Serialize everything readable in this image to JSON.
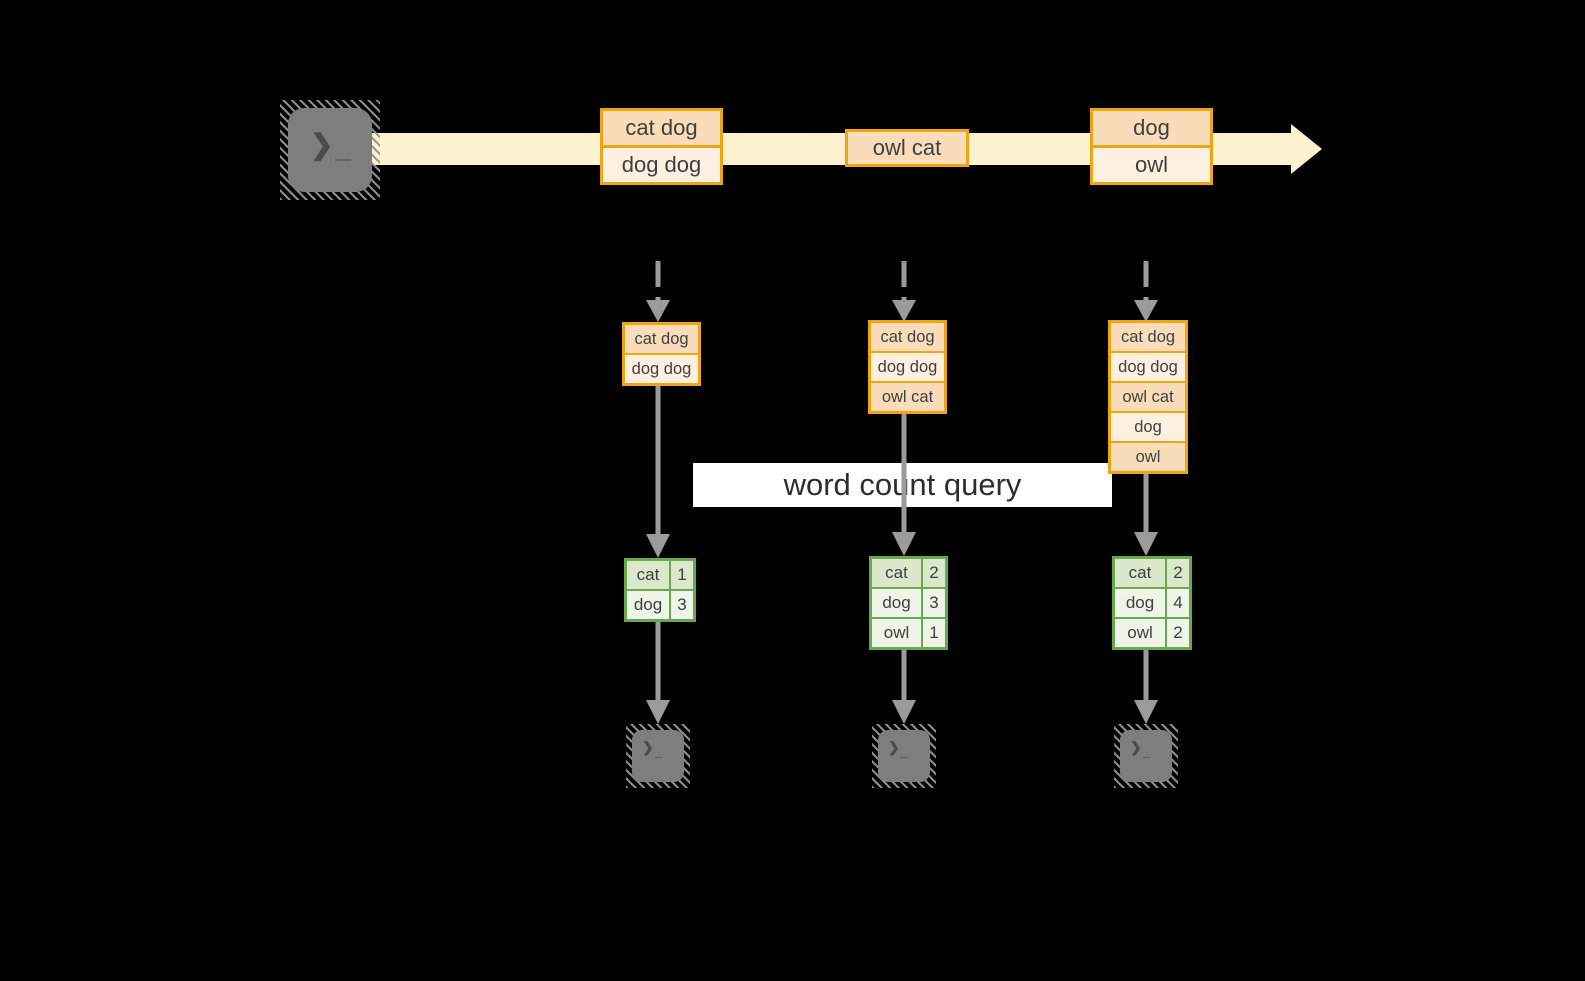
{
  "query_label": "word count query",
  "terminal": {
    "chevron": "❯",
    "cursor": "_"
  },
  "timeline_events": [
    {
      "rows": [
        "cat dog",
        "dog dog"
      ]
    },
    {
      "rows": [
        "owl cat"
      ]
    },
    {
      "rows": [
        "dog",
        "owl"
      ]
    }
  ],
  "pipelines": [
    {
      "state": [
        "cat dog",
        "dog dog"
      ],
      "counts": [
        {
          "word": "cat",
          "value": "1"
        },
        {
          "word": "dog",
          "value": "3"
        }
      ]
    },
    {
      "state": [
        "cat dog",
        "dog dog",
        "owl cat"
      ],
      "counts": [
        {
          "word": "cat",
          "value": "2"
        },
        {
          "word": "dog",
          "value": "3"
        },
        {
          "word": "owl",
          "value": "1"
        }
      ]
    },
    {
      "state": [
        "cat dog",
        "dog dog",
        "owl cat",
        "dog",
        "owl"
      ],
      "counts": [
        {
          "word": "cat",
          "value": "2"
        },
        {
          "word": "dog",
          "value": "4"
        },
        {
          "word": "owl",
          "value": "2"
        }
      ]
    }
  ],
  "colors": {
    "background": "#000000",
    "stream_band": "#fcf2cf",
    "event_border": "#efa50f",
    "event_fill_dark": "#f9dcba",
    "event_fill_light": "#fdf0e0",
    "table_border": "#6aa84f",
    "table_fill_dark": "#dbe8cc",
    "table_fill_light": "#eef4e8",
    "arrow_gray": "#9b9b9b",
    "terminal_gray": "#7e7e7e",
    "label_background": "#ffffff",
    "text": "#3f3f3f"
  }
}
